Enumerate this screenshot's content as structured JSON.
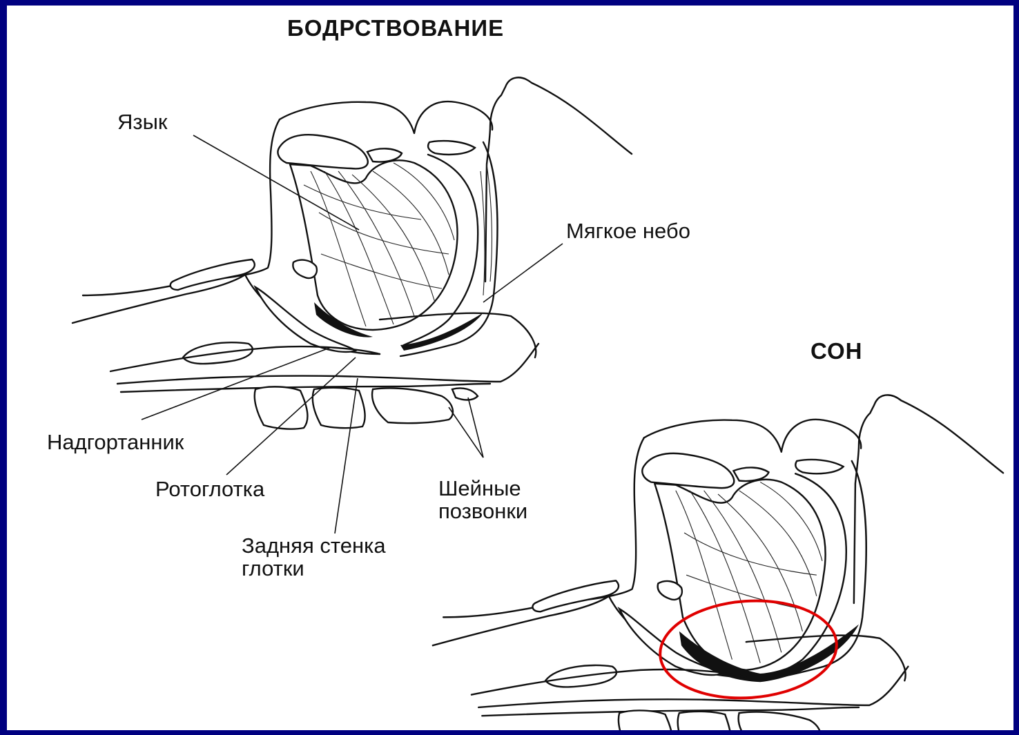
{
  "titles": {
    "awake": "БОДРСТВОВАНИЕ",
    "sleep": "СОН"
  },
  "labels": {
    "tongue": "Язык",
    "soft_palate": "Мягкое небо",
    "epiglottis": "Надгортанник",
    "oropharynx": "Ротоглотка",
    "cervical_vertebrae_line1": "Шейные",
    "cervical_vertebrae_line2": "позвонки",
    "posterior_wall_line1": "Задняя стенка",
    "posterior_wall_line2": "глотки"
  },
  "colors": {
    "frame": "#000080",
    "background": "#ffffff",
    "ink": "#111111",
    "highlight": "#e00000"
  }
}
